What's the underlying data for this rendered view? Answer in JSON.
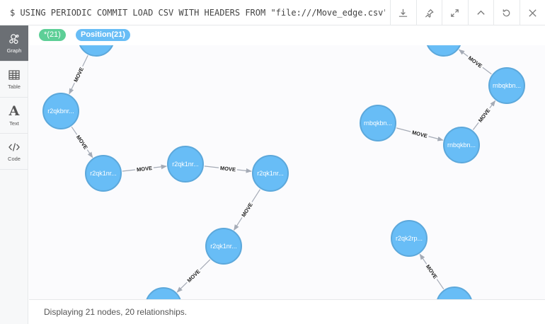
{
  "query": {
    "text": "$ USING PERIODIC COMMIT LOAD CSV WITH HEADERS FROM \"file:///Move_edge.csv\"…"
  },
  "toolbar": {
    "actions": [
      {
        "name": "download-icon"
      },
      {
        "name": "pin-icon"
      },
      {
        "name": "expand-icon"
      },
      {
        "name": "collapse-icon"
      },
      {
        "name": "rerun-icon"
      },
      {
        "name": "close-icon"
      }
    ]
  },
  "sidebar": {
    "items": [
      {
        "label": "Graph",
        "icon": "graph-icon",
        "active": true
      },
      {
        "label": "Table",
        "icon": "table-icon"
      },
      {
        "label": "Text",
        "icon": "text-icon",
        "glyph": "A"
      },
      {
        "label": "Code",
        "icon": "code-icon"
      }
    ]
  },
  "tags": {
    "all": "*(21)",
    "position": "Position(21)"
  },
  "colors": {
    "node_fill": "#68bdf6",
    "node_stroke": "#5ca8db",
    "edge": "#a5abb6",
    "tag_all": "#5dcf97",
    "tag_position": "#68bdf6"
  },
  "graph": {
    "nodes": [
      {
        "id": "n1",
        "label": ""
      },
      {
        "id": "n2",
        "label": "r2qkbnr..."
      },
      {
        "id": "n3",
        "label": "r2qk1nr..."
      },
      {
        "id": "n4",
        "label": "r2qk1nr..."
      },
      {
        "id": "n5",
        "label": "r2qk1nr..."
      },
      {
        "id": "n6",
        "label": "r2qk1nr..."
      },
      {
        "id": "n7",
        "label": ""
      },
      {
        "id": "n8",
        "label": ""
      },
      {
        "id": "n9",
        "label": "rnbqkbn..."
      },
      {
        "id": "n10",
        "label": "rnbqkbn..."
      },
      {
        "id": "n11",
        "label": "rnbqkbn..."
      },
      {
        "id": "n12",
        "label": "r2qk2rp..."
      },
      {
        "id": "n13",
        "label": ""
      }
    ],
    "edges": [
      {
        "from": "n1",
        "to": "n2",
        "label": "MOVE"
      },
      {
        "from": "n2",
        "to": "n3",
        "label": "MOVE"
      },
      {
        "from": "n3",
        "to": "n4",
        "label": "MOVE"
      },
      {
        "from": "n4",
        "to": "n5",
        "label": "MOVE"
      },
      {
        "from": "n5",
        "to": "n6",
        "label": "MOVE"
      },
      {
        "from": "n6",
        "to": "n7",
        "label": "MOVE"
      },
      {
        "from": "n9",
        "to": "n8",
        "label": "MOVE"
      },
      {
        "from": "n10",
        "to": "n11",
        "label": "MOVE"
      },
      {
        "from": "n11",
        "to": "n9",
        "label": "MOVE"
      },
      {
        "from": "n13",
        "to": "n12",
        "label": "MOVE"
      }
    ]
  },
  "status": {
    "text": "Displaying 21 nodes, 20 relationships."
  }
}
